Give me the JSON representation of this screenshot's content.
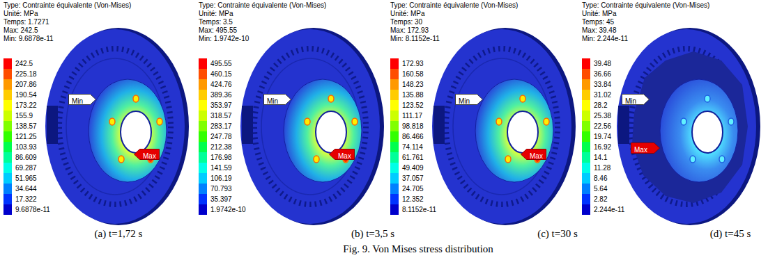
{
  "diagram": {
    "caption": "Fig. 9. Von Mises stress distribution",
    "nodes": [
      {
        "text": [
          "Min"
        ]
      },
      {
        "text": [
          "Max"
        ]
      },
      {
        "text": [
          "Min"
        ]
      },
      {
        "text": [
          "Max"
        ]
      },
      {
        "text": [
          "Min"
        ]
      },
      {
        "text": [
          "Max"
        ]
      },
      {
        "text": [
          "Min"
        ]
      },
      {
        "text": [
          "Max"
        ]
      }
    ],
    "labels": [
      "Type: Contrainte équivalente (Von-Mises)",
      "Unité: MPa",
      "Temps: 1.7271",
      "Max: 242.5",
      "Min: 9.6878e-11",
      "Type: Contrainte équivalente (Von-Mises)",
      "Unité: MPa",
      "Temps: 3.5",
      "Max: 495.55",
      "Min: 1.9742e-10",
      "Type: Contrainte équivalente (Von-Mises)",
      "Unité: MPa",
      "Temps: 30",
      "Max: 172.93",
      "Min: 8.1152e-11",
      "Type: Contrainte équivalente (Von-Mises)",
      "Unité: MPa",
      "Temps: 45",
      "Max: 39.48",
      "Min: 2.244e-11",
      "(a) t=1,72 s",
      "(b) t=3,5 s",
      "(c) t=30 s",
      "(d) t=45 s"
    ],
    "legend": [
      {
        "text": "242.5",
        "color": "#ff0000"
      },
      {
        "text": "225.18",
        "color": "#ff4d00"
      },
      {
        "text": "207.86",
        "color": "#ff9900"
      },
      {
        "text": "190.54",
        "color": "#ffcc00"
      },
      {
        "text": "173.22",
        "color": "#ffff00"
      },
      {
        "text": "155.9",
        "color": "#ccff00"
      },
      {
        "text": "138.57",
        "color": "#80ff00"
      },
      {
        "text": "121.25",
        "color": "#33ff00"
      },
      {
        "text": "103.93",
        "color": "#00ff4d"
      },
      {
        "text": "86.609",
        "color": "#00ff99"
      },
      {
        "text": "69.287",
        "color": "#00ffe6"
      },
      {
        "text": "51.965",
        "color": "#00ccff"
      },
      {
        "text": "34.644",
        "color": "#0080ff"
      },
      {
        "text": "17.322",
        "color": "#0033ff"
      },
      {
        "text": "9.6878e-11",
        "color": "#0000cc"
      },
      {
        "text": "495.55",
        "color": "#ff0000"
      },
      {
        "text": "460.15",
        "color": "#ff4d00"
      },
      {
        "text": "424.76",
        "color": "#ff9900"
      },
      {
        "text": "389.36",
        "color": "#ffcc00"
      },
      {
        "text": "353.97",
        "color": "#ffff00"
      },
      {
        "text": "318.57",
        "color": "#ccff00"
      },
      {
        "text": "283.17",
        "color": "#80ff00"
      },
      {
        "text": "247.78",
        "color": "#33ff00"
      },
      {
        "text": "212.38",
        "color": "#00ff4d"
      },
      {
        "text": "176.98",
        "color": "#00ff99"
      },
      {
        "text": "141.59",
        "color": "#00ffe6"
      },
      {
        "text": "106.19",
        "color": "#00ccff"
      },
      {
        "text": "70.793",
        "color": "#0080ff"
      },
      {
        "text": "35.397",
        "color": "#0033ff"
      },
      {
        "text": "1.9742e-10",
        "color": "#0000cc"
      },
      {
        "text": "172.93",
        "color": "#ff0000"
      },
      {
        "text": "160.58",
        "color": "#ff4d00"
      },
      {
        "text": "148.23",
        "color": "#ff9900"
      },
      {
        "text": "135.88",
        "color": "#ffcc00"
      },
      {
        "text": "123.52",
        "color": "#ffff00"
      },
      {
        "text": "111.17",
        "color": "#ccff00"
      },
      {
        "text": "98.818",
        "color": "#80ff00"
      },
      {
        "text": "86.466",
        "color": "#33ff00"
      },
      {
        "text": "74.114",
        "color": "#00ff4d"
      },
      {
        "text": "61.761",
        "color": "#00ff99"
      },
      {
        "text": "49.409",
        "color": "#00ffe6"
      },
      {
        "text": "37.057",
        "color": "#00ccff"
      },
      {
        "text": "24.705",
        "color": "#0080ff"
      },
      {
        "text": "12.352",
        "color": "#0033ff"
      },
      {
        "text": "8.1152e-11",
        "color": "#0000cc"
      },
      {
        "text": "39.48",
        "color": "#ff0000"
      },
      {
        "text": "36.66",
        "color": "#ff4d00"
      },
      {
        "text": "33.84",
        "color": "#ff9900"
      },
      {
        "text": "31.02",
        "color": "#ffcc00"
      },
      {
        "text": "28.2",
        "color": "#ffff00"
      },
      {
        "text": "25.38",
        "color": "#ccff00"
      },
      {
        "text": "22.56",
        "color": "#80ff00"
      },
      {
        "text": "19.74",
        "color": "#33ff00"
      },
      {
        "text": "16.92",
        "color": "#00ff4d"
      },
      {
        "text": "14.1",
        "color": "#00ff99"
      },
      {
        "text": "11.28",
        "color": "#00ffe6"
      },
      {
        "text": "8.46",
        "color": "#00ccff"
      },
      {
        "text": "5.64",
        "color": "#0080ff"
      },
      {
        "text": "2.82",
        "color": "#0033ff"
      },
      {
        "text": "2.244e-11",
        "color": "#0000cc"
      }
    ]
  }
}
